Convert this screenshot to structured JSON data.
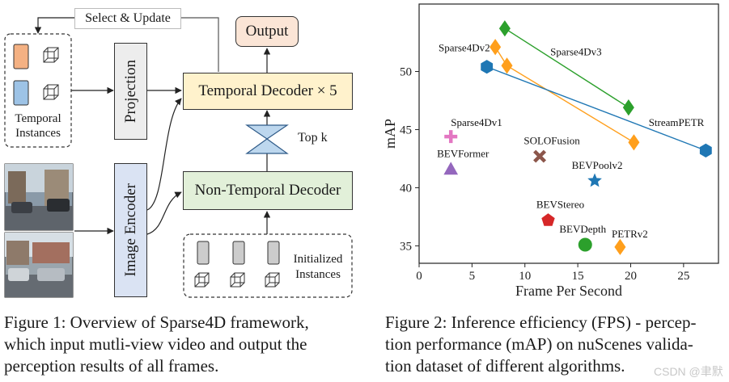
{
  "figure1": {
    "select_update": "Select & Update",
    "output": "Output",
    "projection": "Projection",
    "temporal_decoder": "Temporal Decoder × 5",
    "top_k": "Top k",
    "image_encoder": "Image Encoder",
    "non_temporal_decoder": "Non-Temporal Decoder",
    "temporal_instances": "Temporal Instances",
    "initialized_instances": "Initialized Instances",
    "caption_lines": [
      "Figure 1:  Overview of Sparse4D framework,",
      "which input mutli-view video and output the",
      "perception results of all frames."
    ],
    "colors": {
      "orange": "#f4b183",
      "blue": "#9dc3e6",
      "temporal_decoder": "#fff2cc",
      "non_temporal": "#e2f0d9",
      "image_encoder": "#dae3f3",
      "output": "#fbe5d6",
      "projection": "#ededed"
    }
  },
  "figure2": {
    "caption_lines": [
      "Figure 2: Inference efficiency (FPS) - percep-",
      "tion performance (mAP) on nuScenes valida-",
      "tion dataset of different algorithms."
    ],
    "chart_data": {
      "type": "scatter",
      "title": "",
      "xlabel": "Frame Per Second",
      "ylabel": "mAP",
      "xlim": [
        0,
        28.3
      ],
      "ylim": [
        33.5,
        55.8
      ],
      "xticks": [
        0,
        5,
        10,
        15,
        20,
        25
      ],
      "yticks": [
        35,
        40,
        45,
        50
      ],
      "grid": false,
      "points": [
        {
          "label": "Sparse4Dv1",
          "x": 3.0,
          "y": 44.4,
          "marker": "plus",
          "color": "#e377c2"
        },
        {
          "label": "BEVFormer",
          "x": 3.0,
          "y": 41.6,
          "marker": "triangle",
          "color": "#9467bd"
        },
        {
          "label": "SOLOFusion",
          "x": 11.4,
          "y": 42.7,
          "marker": "x",
          "color": "#8c564b"
        },
        {
          "label": "BEVPoolv2",
          "x": 16.6,
          "y": 40.6,
          "marker": "star",
          "color": "#1f77b4"
        },
        {
          "label": "BEVStereo",
          "x": 12.2,
          "y": 37.2,
          "marker": "pentagon",
          "color": "#d62728"
        },
        {
          "label": "BEVDepth",
          "x": 15.7,
          "y": 35.1,
          "marker": "circle",
          "color": "#2ca02c"
        },
        {
          "label": "PETRv2",
          "x": 19.0,
          "y": 34.9,
          "marker": "diamond",
          "color": "#ff9f1c"
        }
      ],
      "series": [
        {
          "name": "Sparse4Dv3",
          "color": "#2ca02c",
          "marker": "diamond",
          "x": [
            8.1,
            19.8
          ],
          "y": [
            53.7,
            46.9
          ]
        },
        {
          "name": "Sparse4Dv2",
          "color": "#ff9f1c",
          "marker": "diamond",
          "x": [
            7.2,
            8.3,
            20.3
          ],
          "y": [
            52.1,
            50.5,
            43.9
          ]
        },
        {
          "name": "StreamPETR",
          "color": "#1f77b4",
          "marker": "hexagon",
          "x": [
            6.4,
            27.1
          ],
          "y": [
            50.4,
            43.2
          ]
        }
      ]
    }
  },
  "watermark": "CSDN @聿默"
}
